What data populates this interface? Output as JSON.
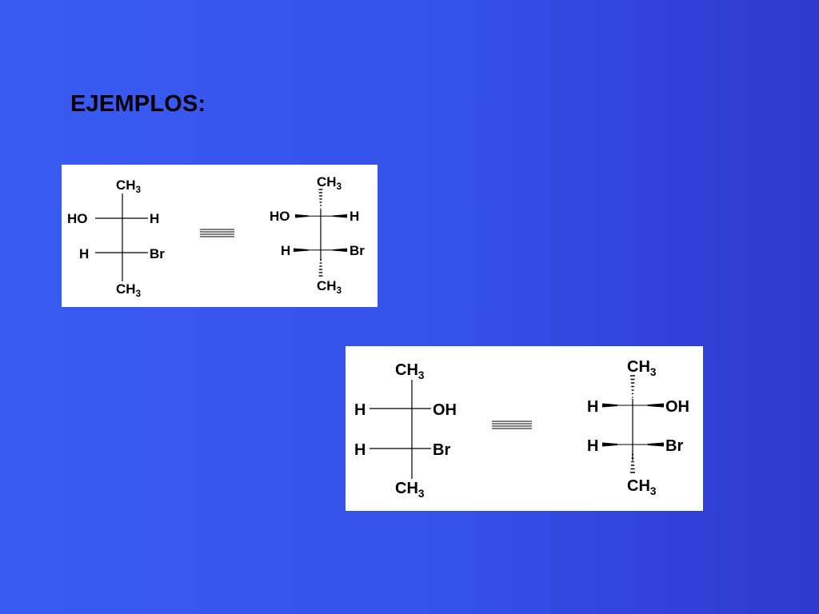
{
  "slide": {
    "title": "EJEMPLOS:"
  },
  "example_1": {
    "fischer": {
      "top": "CH",
      "top_sub": "3",
      "row1_left": "HO",
      "row1_right": "H",
      "row2_left": "H",
      "row2_right": "Br",
      "bottom": "CH",
      "bottom_sub": "3"
    },
    "wedge": {
      "top": "CH",
      "top_sub": "3",
      "row1_left": "HO",
      "row1_right": "H",
      "row2_left": "H",
      "row2_right": "Br",
      "bottom": "CH",
      "bottom_sub": "3"
    }
  },
  "example_2": {
    "fischer": {
      "top": "CH",
      "top_sub": "3",
      "row1_left": "H",
      "row1_right": "OH",
      "row2_left": "H",
      "row2_right": "Br",
      "bottom": "CH",
      "bottom_sub": "3"
    },
    "wedge": {
      "top": "CH",
      "top_sub": "3",
      "row1_left": "H",
      "row1_right": "OH",
      "row2_left": "H",
      "row2_right": "Br",
      "bottom": "CH",
      "bottom_sub": "3"
    }
  }
}
